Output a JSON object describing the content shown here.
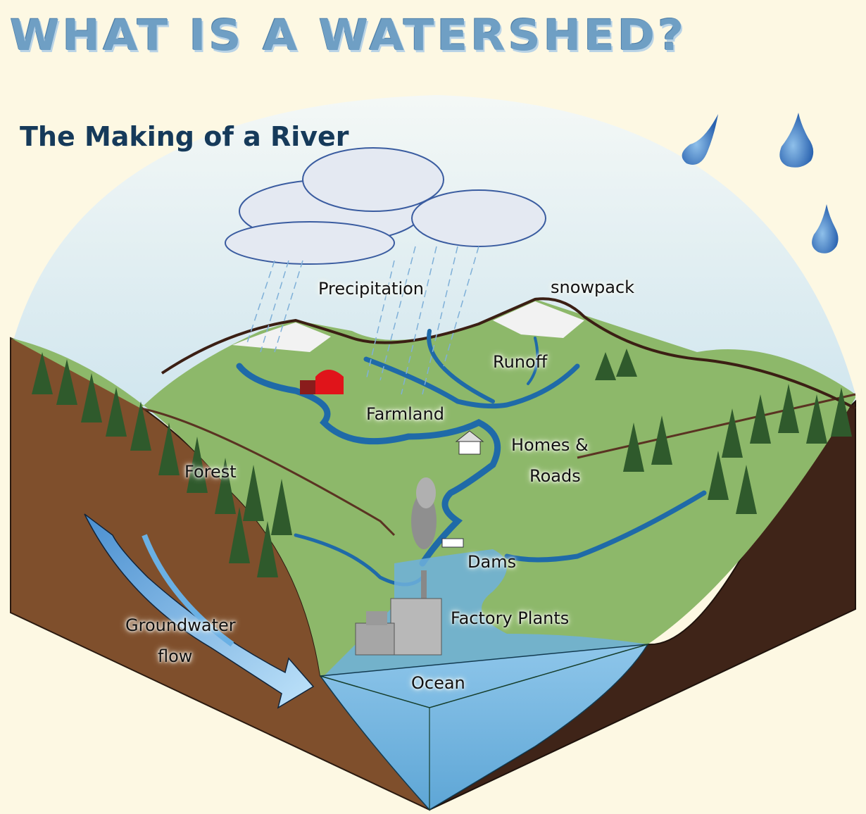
{
  "title": "WHAT IS A WATERSHED?",
  "subtitle": "The Making of a River",
  "labels": {
    "precipitation": "Precipitation",
    "snowpack": "snowpack",
    "runoff": "Runoff",
    "farmland": "Farmland",
    "homes_line1": "Homes &",
    "homes_line2": "Roads",
    "forest": "Forest",
    "dams": "Dams",
    "factory": "Factory Plants",
    "groundwater_line1": "Groundwater",
    "groundwater_line2": "flow",
    "ocean": "Ocean"
  },
  "icons": [
    "cloud-icon",
    "raindrop-icon",
    "barn-icon",
    "cow-icon",
    "house-icon",
    "tree-icon",
    "factory-icon",
    "smoke-icon",
    "dam-icon",
    "groundwater-arrow-icon"
  ],
  "colors": {
    "background": "#fdf8e3",
    "sky": "#e3f0f5",
    "land": "#8fb36a",
    "soil": "#7a4a2a",
    "soil_dark": "#3e2418",
    "water": "#1f6aa8",
    "ocean": "#7ab8e0",
    "title": "#6f9fc4"
  }
}
